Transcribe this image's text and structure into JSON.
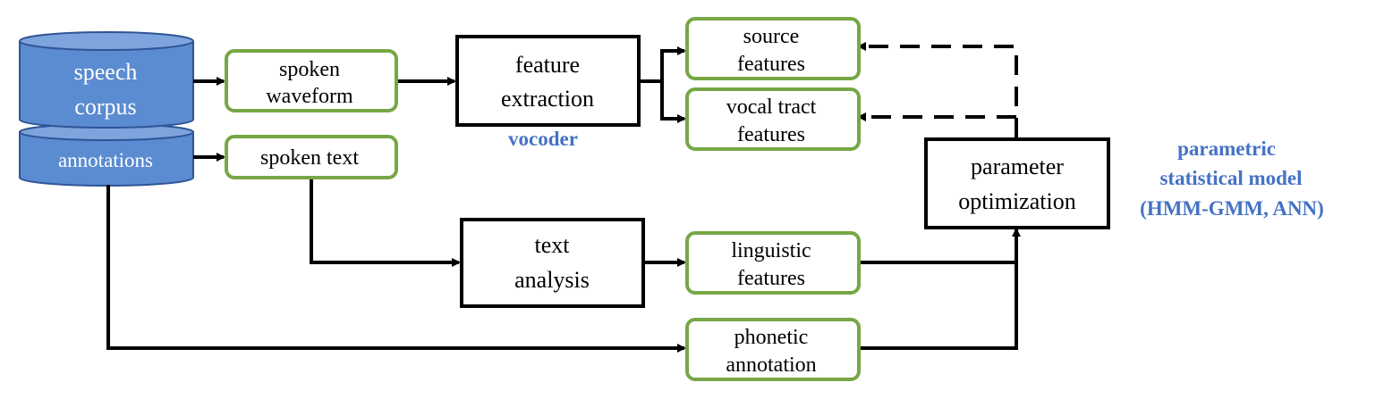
{
  "colors": {
    "accent_blue": "#4472c4",
    "box_green": "#77a745",
    "cylinder_fill": "#5b8bd0",
    "cylinder_stroke": "#2f5597",
    "line": "#000000"
  },
  "database": {
    "corpus_line1": "speech",
    "corpus_line2": "corpus",
    "annotations": "annotations"
  },
  "nodes": {
    "spoken_waveform": [
      "spoken",
      "waveform"
    ],
    "spoken_text": [
      "spoken text"
    ],
    "feature_extraction": [
      "feature",
      "extraction"
    ],
    "source_features": [
      "source",
      "features"
    ],
    "vocal_tract_features": [
      "vocal tract",
      "features"
    ],
    "text_analysis": [
      "text",
      "analysis"
    ],
    "linguistic_features": [
      "linguistic",
      "features"
    ],
    "phonetic_annotation": [
      "phonetic",
      "annotation"
    ],
    "parameter_optimization": [
      "parameter",
      "optimization"
    ]
  },
  "labels": {
    "vocoder": "vocoder",
    "model_line1": "parametric",
    "model_line2": "statistical model",
    "model_line3": "(HMM-GMM, ANN)"
  }
}
